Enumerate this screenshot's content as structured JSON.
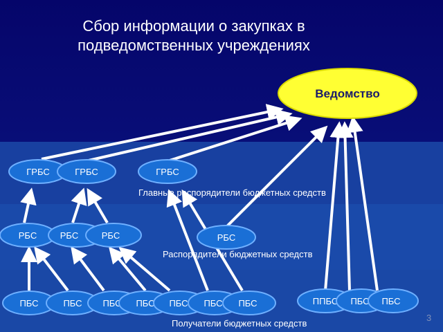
{
  "title": "Сбор информации о закупках в подведомственных учреждениях",
  "vedomstvo": "Ведомство",
  "grbs": [
    "ГРБС",
    "ГРБС",
    "ГРБС"
  ],
  "rbs": [
    "РБС",
    "РБС",
    "РБС",
    "РБС"
  ],
  "pbs": [
    "ПБС",
    "ПБС",
    "ПБС",
    "ПБС",
    "ПБС",
    "ПБС",
    "ПБС"
  ],
  "ppbs": [
    "ППБС",
    "ПБС",
    "ПБС"
  ],
  "bands": {
    "grbs": "Главные распорядители бюджетных средств",
    "rbs": "Распорядители бюджетных средств",
    "pbs": "Получатели бюджетных средств"
  },
  "slide_number": "3",
  "colors": {
    "node_fill": "#1a6fd6",
    "node_stroke": "#6fb0ff",
    "main_fill": "#ffff33",
    "arrow": "#ffffff",
    "bg_top": "#0a0a78",
    "bg_band": "#1a44a8"
  }
}
